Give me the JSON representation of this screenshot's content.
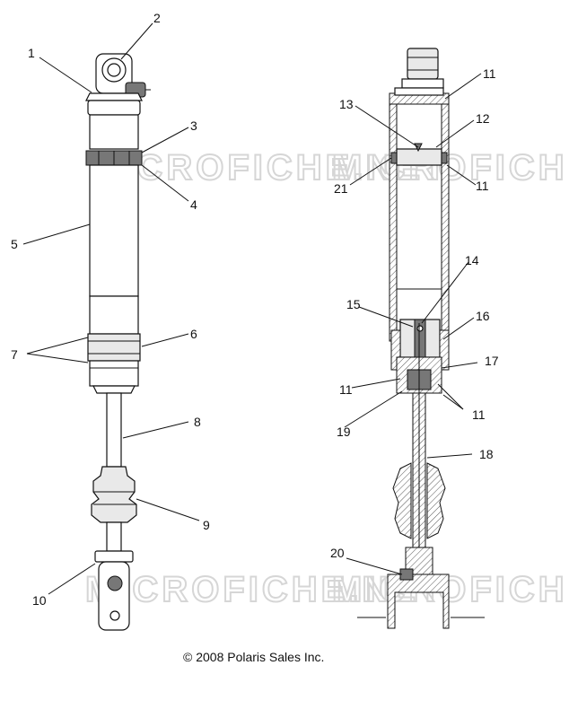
{
  "watermark": "MICROFICHE.NET",
  "copyright": "© 2008 Polaris Sales Inc.",
  "callouts": [
    "1",
    "2",
    "3",
    "4",
    "5",
    "6",
    "7",
    "8",
    "9",
    "10",
    "11",
    "12",
    "13",
    "14",
    "15",
    "16",
    "17",
    "18",
    "19",
    "20",
    "21"
  ]
}
